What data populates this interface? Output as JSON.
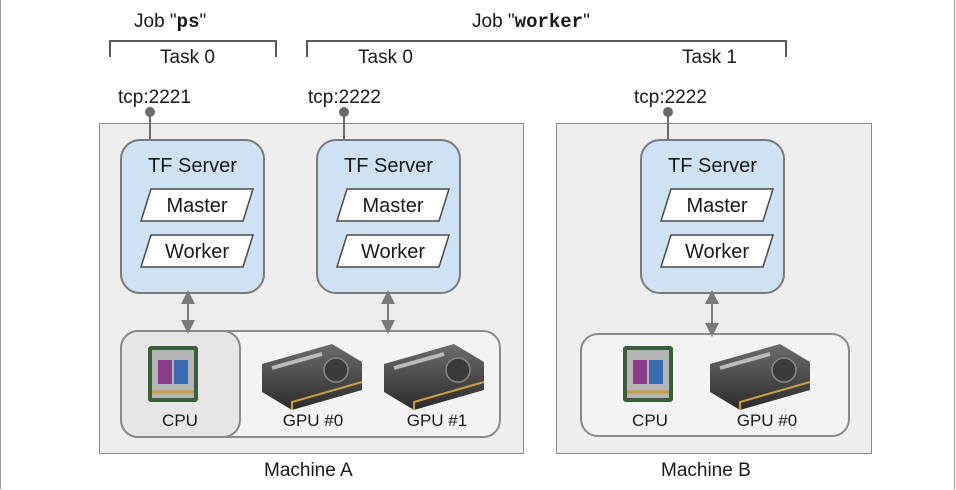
{
  "jobs": {
    "ps": {
      "prefix": "Job \"",
      "name": "ps",
      "suffix": "\"",
      "task": "Task 0"
    },
    "worker": {
      "prefix": "Job \"",
      "name": "worker",
      "suffix": "\"",
      "task0": "Task 0",
      "task1": "Task 1"
    }
  },
  "ports": {
    "ps_task0": "tcp:2221",
    "worker_task0": "tcp:2222",
    "worker_task1": "tcp:2222"
  },
  "server": {
    "title": "TF Server",
    "master": "Master",
    "worker": "Worker"
  },
  "machine_a": {
    "label": "Machine A",
    "devices": [
      "CPU",
      "GPU #0",
      "GPU #1"
    ]
  },
  "machine_b": {
    "label": "Machine B",
    "devices": [
      "CPU",
      "GPU #0"
    ]
  },
  "colors": {
    "server_fill": "#cfe2f3",
    "machine_fill": "#eeeeee",
    "stroke": "#7a7a7a"
  }
}
